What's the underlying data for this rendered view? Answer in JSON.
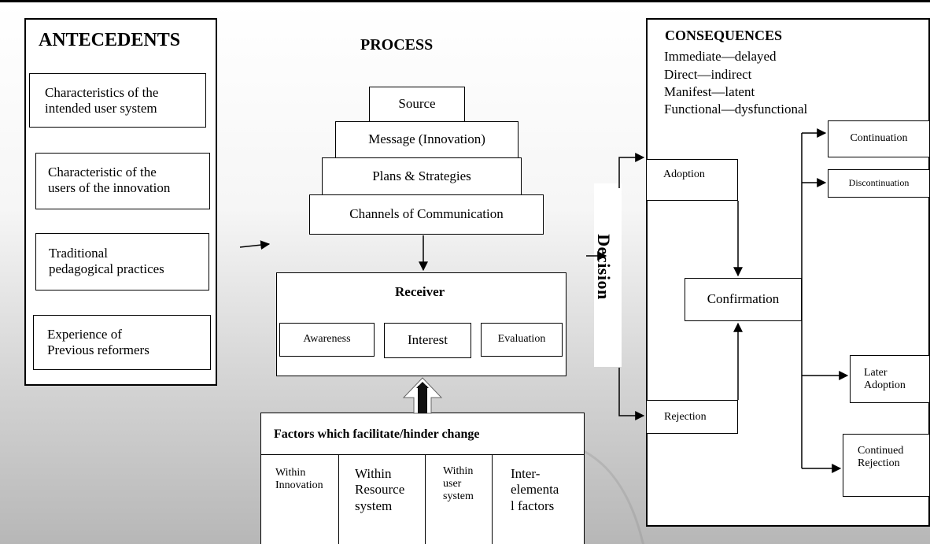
{
  "antecedents": {
    "title": "ANTECEDENTS",
    "items": [
      "Characteristics of the\nintended user system",
      "Characteristic of the\nusers of the innovation",
      "Traditional\npedagogical practices",
      "Experience of\nPrevious reformers"
    ]
  },
  "process": {
    "title": "PROCESS",
    "pyramid": [
      "Source",
      "Message (Innovation)",
      "Plans & Strategies",
      "Channels of Communication"
    ],
    "receiver": {
      "title": "Receiver",
      "stages": [
        "Awareness",
        "Interest",
        "Evaluation"
      ]
    },
    "factors": {
      "title": "Factors which facilitate/hinder change",
      "columns": [
        "Within\nInnovation",
        "Within\nResource\nsystem",
        "Within\nuser\nsystem",
        "Inter-\nelementa\nl factors"
      ]
    }
  },
  "decision": {
    "label": "Decision"
  },
  "consequences": {
    "title": "CONSEQUENCES",
    "types": [
      "Immediate—delayed",
      "Direct—indirect",
      "Manifest—latent",
      "Functional—dysfunctional"
    ],
    "adoption": "Adoption",
    "rejection": "Rejection",
    "confirmation": "Confirmation",
    "continuation": "Continuation",
    "discontinuation": "Discontinuation",
    "later_adoption": "Later\nAdoption",
    "continued_rejection": "Continued\nRejection"
  }
}
